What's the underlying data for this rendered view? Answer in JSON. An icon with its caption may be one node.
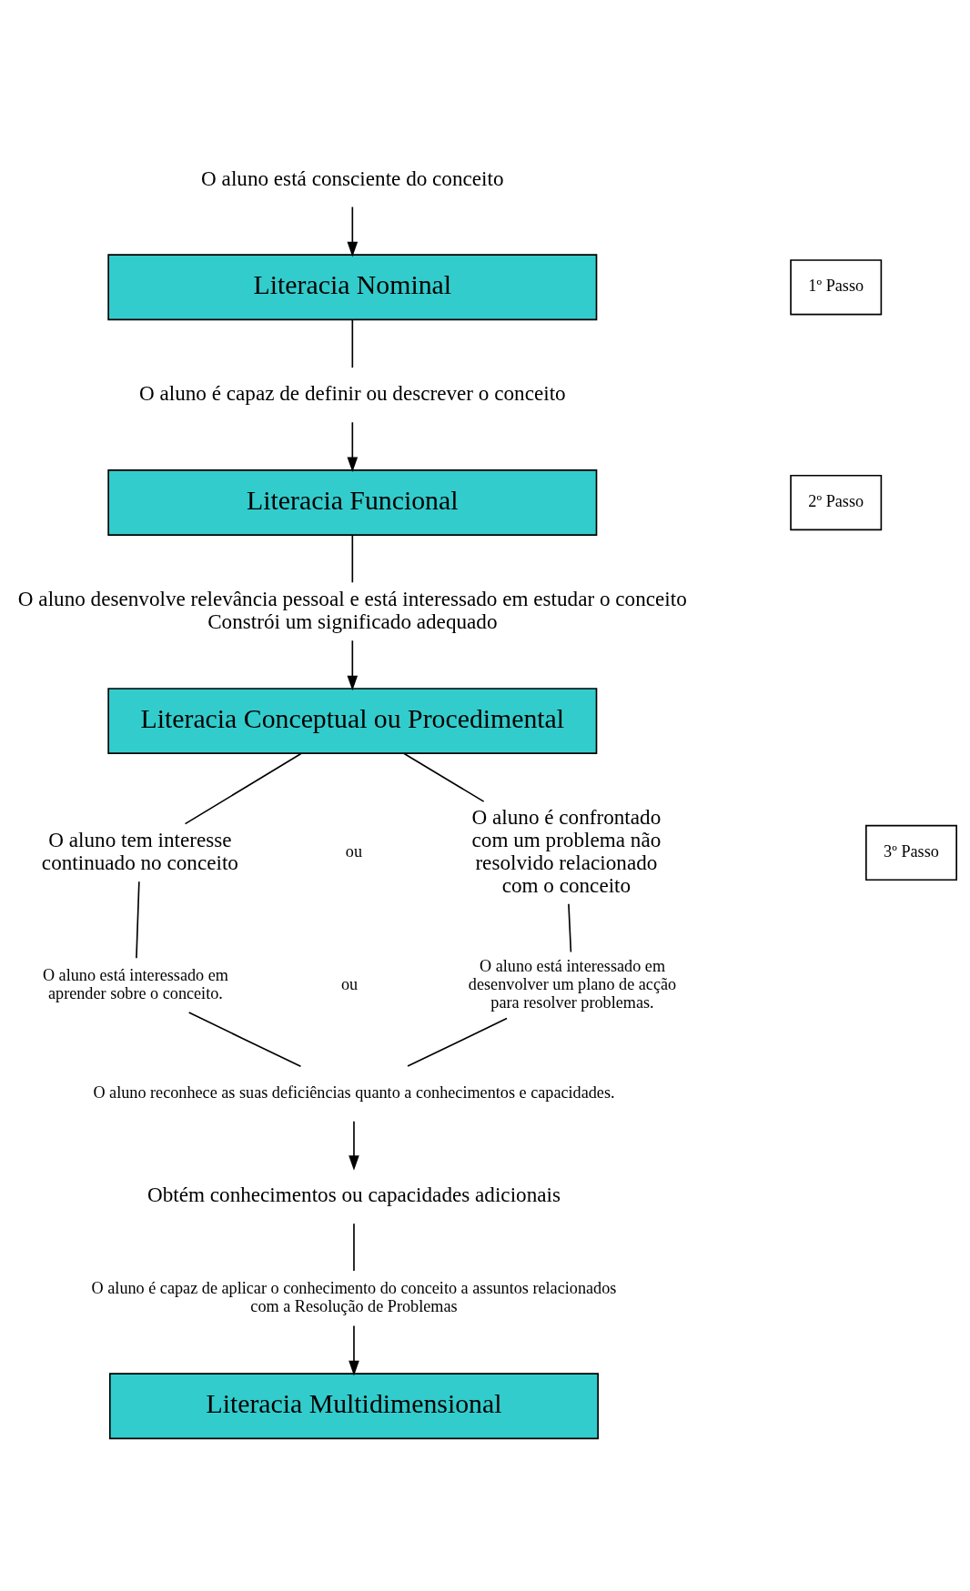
{
  "diagram": {
    "nodes": [
      {
        "text": [
          "O aluno está consciente do conceito"
        ]
      },
      {
        "text": [
          "Literacia Nominal"
        ]
      },
      {
        "text": [
          "O aluno é capaz de definir ou descrever o conceito"
        ]
      },
      {
        "text": [
          "Literacia Funcional"
        ]
      },
      {
        "text": [
          "O aluno desenvolve relevância pessoal e está interessado em estudar o conceito Constrói um significado adequado"
        ]
      },
      {
        "text": [
          "Literacia Conceptual ou Procedimental"
        ]
      },
      {
        "text": [
          "O aluno tem interesse continuado no conceito"
        ]
      },
      {
        "text": [
          "O aluno é confrontado com um problema não resolvido relacionado com o conceito"
        ]
      },
      {
        "text": [
          "O aluno está interessado em aprender sobre o conceito."
        ]
      },
      {
        "text": [
          "O aluno está interessado em desenvolver um plano de acção para resolver problemas."
        ]
      },
      {
        "text": [
          "O aluno reconhece as suas deficiências quanto a conhecimentos e capacidades."
        ]
      },
      {
        "text": [
          "Obtém conhecimentos ou capacidades adicionais"
        ]
      },
      {
        "text": [
          "O aluno é capaz de aplicar o conhecimento do conceito a assuntos relacionados com a Resolução de Problemas"
        ]
      },
      {
        "text": [
          "Literacia Multidimensional"
        ]
      },
      {
        "text": [
          "1º Passo"
        ]
      },
      {
        "text": [
          "2º Passo"
        ]
      },
      {
        "text": [
          "3º Passo"
        ]
      }
    ],
    "edges": [
      {
        "from": 0,
        "to": 1,
        "arrow": "to"
      },
      {
        "from": 1,
        "to": 2,
        "arrow": "none"
      },
      {
        "from": 2,
        "to": 3,
        "arrow": "to"
      },
      {
        "from": 3,
        "to": 4,
        "arrow": "none"
      },
      {
        "from": 4,
        "to": 5,
        "arrow": "to"
      },
      {
        "from": 5,
        "to": 6,
        "arrow": "none"
      },
      {
        "from": 5,
        "to": 7,
        "arrow": "none"
      },
      {
        "from": 6,
        "to": 8,
        "arrow": "none"
      },
      {
        "from": 7,
        "to": 9,
        "arrow": "none"
      },
      {
        "from": 8,
        "to": 10,
        "arrow": "none"
      },
      {
        "from": 9,
        "to": 10,
        "arrow": "none"
      },
      {
        "from": 10,
        "to": 11,
        "arrow": "to"
      },
      {
        "from": 11,
        "to": 12,
        "arrow": "none"
      },
      {
        "from": 12,
        "to": 13,
        "arrow": "to"
      }
    ],
    "labels": [
      "ou",
      "ou"
    ]
  }
}
